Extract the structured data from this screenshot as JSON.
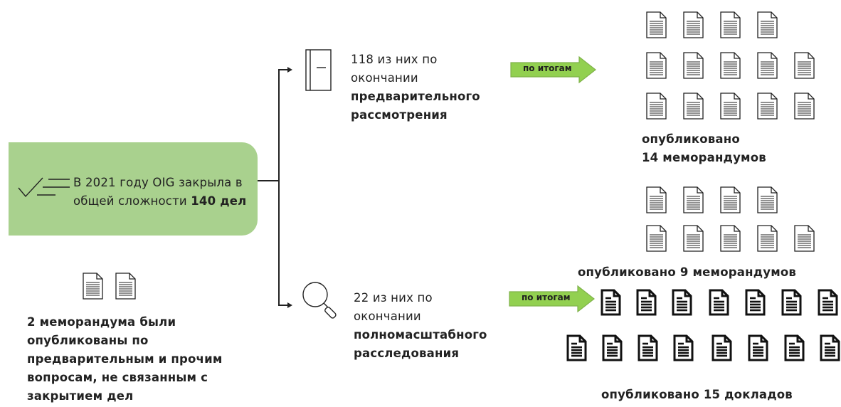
{
  "summary": {
    "line1": "В 2021 году OIG закрыла в",
    "line2_prefix": "общей сложности ",
    "line2_bold": "140 дел"
  },
  "branch_preliminary": {
    "line1": "118 из них по",
    "line2": "окончании",
    "line3": "предварительного",
    "line4": "рассмотрения",
    "tag": "по итогам",
    "result_line1": "опубликовано",
    "result_line2": "14 меморандумов",
    "doc_count": 14
  },
  "branch_full": {
    "line1": "22 из них по",
    "line2": "окончании",
    "line3": "полномасштабного",
    "line4": "расследования",
    "tag": "по итогам",
    "memo_result": "опубликовано 9 меморандумов",
    "memo_count": 9,
    "report_result": "опубликовано 15 докладов",
    "report_count": 15
  },
  "other": {
    "lines": [
      "2 меморандума были",
      "опубликованы по",
      "предварительным и прочим",
      "вопросам, не связанным с",
      "закрытием дел"
    ],
    "doc_count": 2
  },
  "colors": {
    "green_box": "#a9d18e",
    "arrow_fill": "#92d050",
    "arrow_stroke": "#7fb24a"
  },
  "icons": {
    "checklist": "checklist-icon",
    "book": "book-icon",
    "magnifier": "magnifier-icon",
    "document": "document-icon"
  }
}
